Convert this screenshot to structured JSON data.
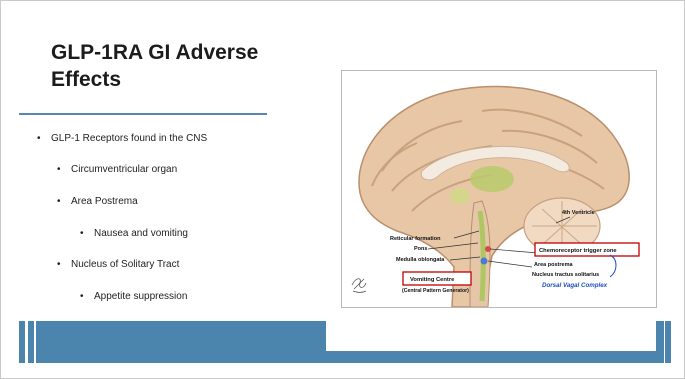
{
  "slide": {
    "title_line1": "GLP-1RA GI Adverse",
    "title_line2": "Effects",
    "bullets": [
      {
        "text": "GLP-1 Receptors found in the CNS",
        "level": 1
      },
      {
        "text": "Circumventricular organ",
        "level": 2
      },
      {
        "text": "Area Postrema",
        "level": 2
      },
      {
        "text": "Nausea and vomiting",
        "level": 3
      },
      {
        "text": "Nucleus of Solitary Tract",
        "level": 2
      },
      {
        "text": "Appetite suppression",
        "level": 3
      }
    ],
    "bullet_glyph": "•"
  },
  "figure": {
    "labels": {
      "ventricle": "4th Ventricle",
      "reticular": "Reticular formation",
      "pons": "Pons",
      "medulla": "Medulla oblongata",
      "ctz": "Chemoreceptor trigger zone",
      "area_postrema": "Area postrema",
      "vomiting_centre": "Vomiting Centre",
      "cpg": "(Central Pattern Generator)",
      "nts": "Nucleus tractus solitarius",
      "dvc": "Dorsal Vagal Complex"
    }
  },
  "colors": {
    "accent": "#4b84ac",
    "title_rule": "#5b86ad",
    "callout_red": "#c00000",
    "dvc_blue": "#1f4fbf"
  }
}
